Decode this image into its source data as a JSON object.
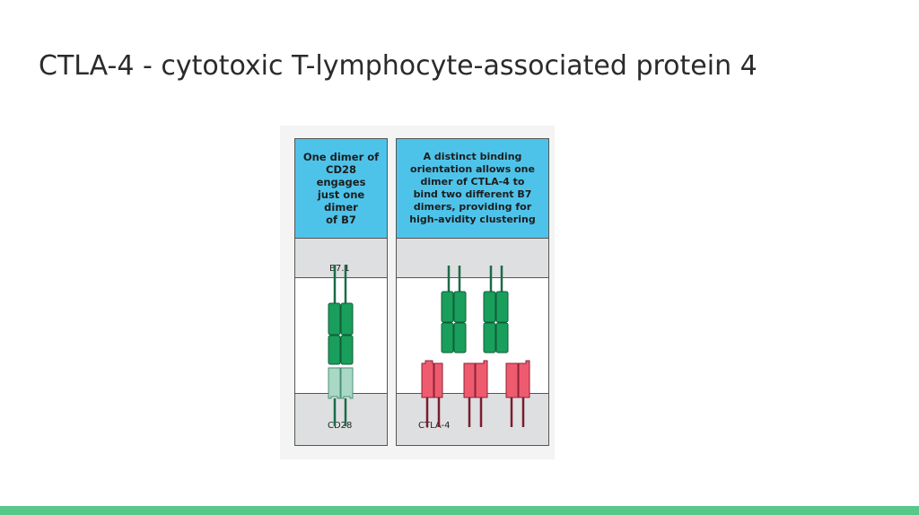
{
  "slide": {
    "title": "CTLA-4 - cytotoxic T-lymphocyte-associated protein 4"
  },
  "figure": {
    "left_panel": {
      "caption": "One dimer of\nCD28 engages\njust one dimer\nof B7",
      "top_label": "B7.1",
      "bottom_label": "CD28"
    },
    "right_panel": {
      "caption": "A distinct binding\norientation allows one\ndimer of CTLA-4 to\nbind two different B7\ndimers, providing for\nhigh-avidity clustering",
      "bottom_label": "CTLA-4"
    }
  },
  "colors": {
    "caption_bg": "#4ec3ea",
    "membrane": "#dedfe1",
    "b7": "#1a9e5c",
    "cd28": "#a9d9c6",
    "ctla4": "#ee5b6f",
    "accent_bar": "#57c78a"
  }
}
